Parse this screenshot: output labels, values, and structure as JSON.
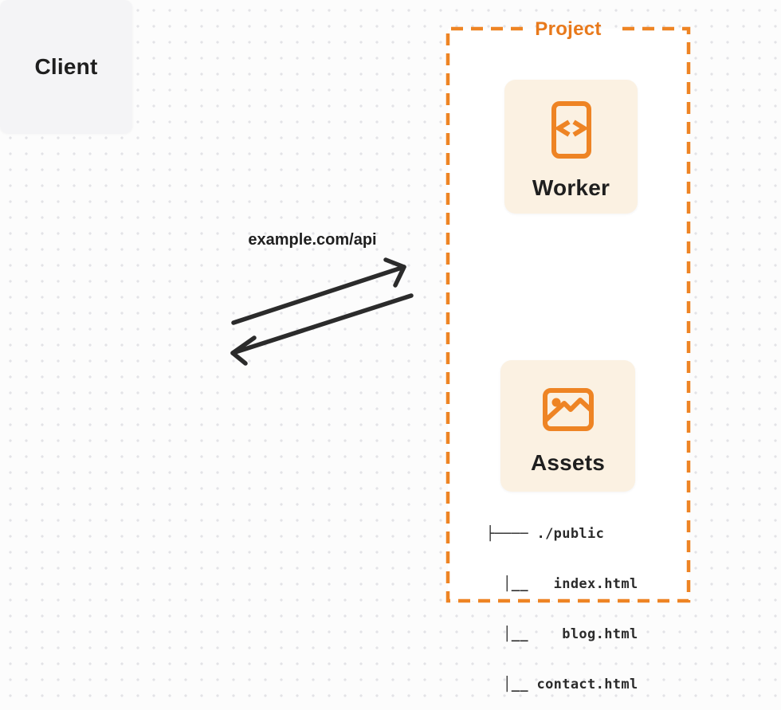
{
  "colors": {
    "accent_orange": "#EE8424",
    "project_label_orange": "#E8791B",
    "card_cream": "#FBF1E2",
    "client_gray": "#F4F4F6",
    "ink": "#1F1F1F",
    "arrow_dark": "#2B2B2B",
    "dot_grid": "#E3E3E7"
  },
  "project": {
    "label": "Project"
  },
  "client": {
    "label": "Client"
  },
  "request": {
    "label": "example.com/api"
  },
  "worker": {
    "label": "Worker",
    "icon": "code-file-icon"
  },
  "assets": {
    "label": "Assets",
    "icon": "picture-icon"
  },
  "file_tree": {
    "lines": [
      "├──── ./public",
      "  │__   index.html",
      "  │__    blog.html",
      "  │__ contact.html"
    ]
  }
}
